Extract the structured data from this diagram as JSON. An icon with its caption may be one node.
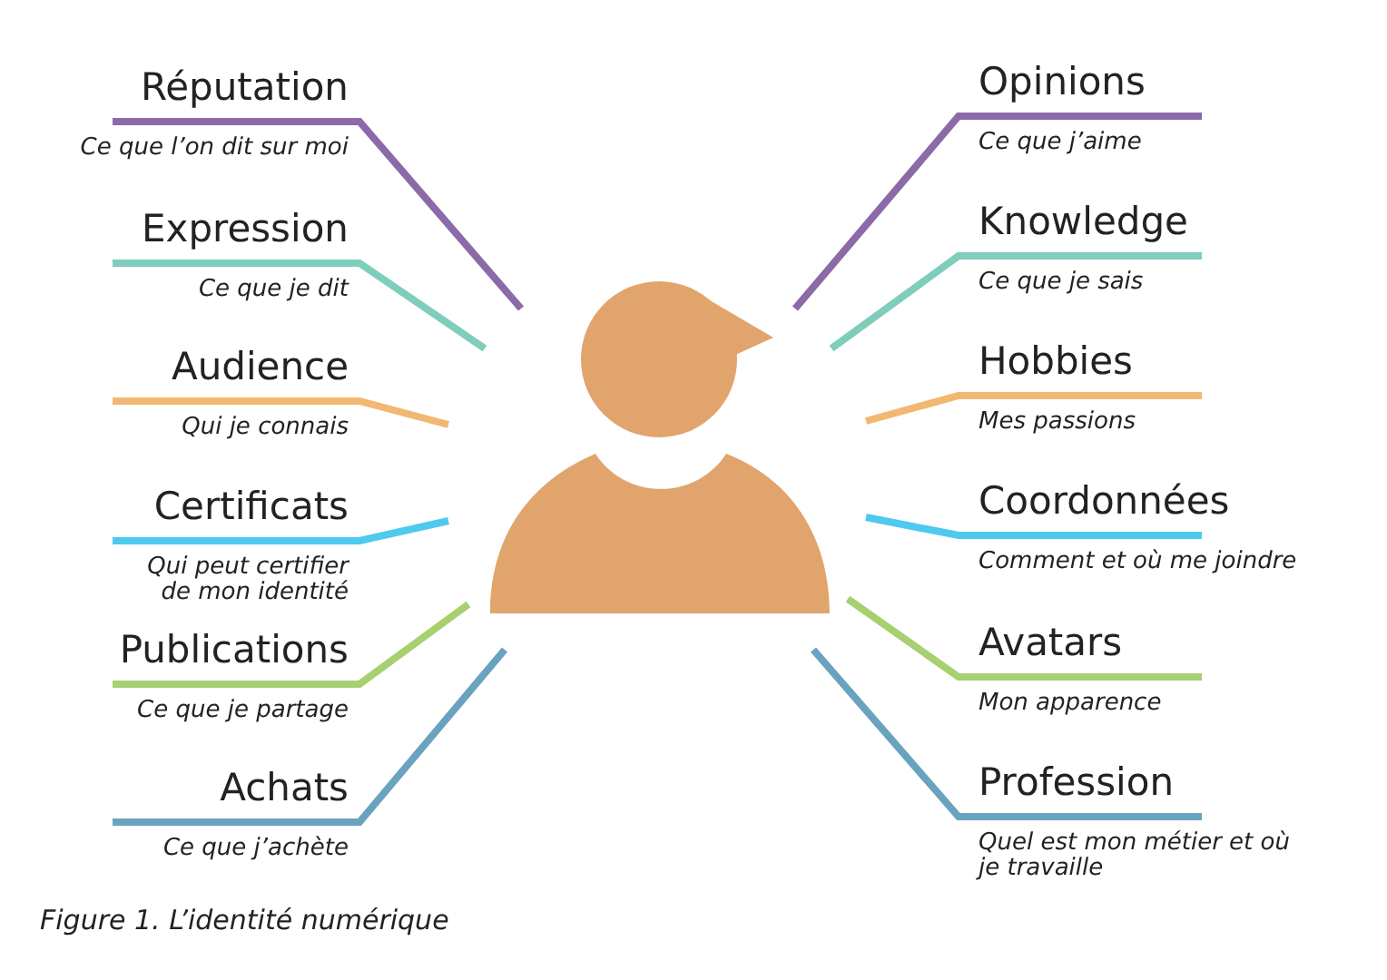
{
  "diagram": {
    "caption": "Figure 1. L’identité numérique",
    "nodes": [
      {
        "text": [
          "Réputation",
          "Ce que l’on dit sur moi"
        ]
      },
      {
        "text": [
          "Expression",
          "Ce que je dit"
        ]
      },
      {
        "text": [
          "Audience",
          "Qui je connais"
        ]
      },
      {
        "text": [
          "Certificats",
          "Qui peut certifier de mon identité"
        ]
      },
      {
        "text": [
          "Publications",
          "Ce que je partage"
        ]
      },
      {
        "text": [
          "Achats",
          "Ce que j’achète"
        ]
      },
      {
        "text": [
          "Opinions",
          "Ce que j’aime"
        ]
      },
      {
        "text": [
          "Knowledge",
          "Ce que je sais"
        ]
      },
      {
        "text": [
          "Hobbies",
          "Mes passions"
        ]
      },
      {
        "text": [
          "Coordonnées",
          "Comment et où me joindre"
        ]
      },
      {
        "text": [
          "Avatars",
          "Mon apparence"
        ]
      },
      {
        "text": [
          "Profession",
          "Quel est mon métier et où je travaille"
        ]
      },
      {
        "text": [],
        "shape": "person"
      }
    ],
    "edges": [
      {
        "from": 0,
        "to": 12,
        "arrow": "none",
        "color": "#8b6aa7"
      },
      {
        "from": 1,
        "to": 12,
        "arrow": "none",
        "color": "#7fcdbb"
      },
      {
        "from": 2,
        "to": 12,
        "arrow": "none",
        "color": "#f2b872"
      },
      {
        "from": 3,
        "to": 12,
        "arrow": "none",
        "color": "#4ec9ef"
      },
      {
        "from": 4,
        "to": 12,
        "arrow": "none",
        "color": "#a7d071"
      },
      {
        "from": 5,
        "to": 12,
        "arrow": "none",
        "color": "#6aa3bf"
      },
      {
        "from": 6,
        "to": 12,
        "arrow": "none",
        "color": "#8b6aa7"
      },
      {
        "from": 7,
        "to": 12,
        "arrow": "none",
        "color": "#7fcdbb"
      },
      {
        "from": 8,
        "to": 12,
        "arrow": "none",
        "color": "#f2b872"
      },
      {
        "from": 9,
        "to": 12,
        "arrow": "none",
        "color": "#4ec9ef"
      },
      {
        "from": 10,
        "to": 12,
        "arrow": "none",
        "color": "#a7d071"
      },
      {
        "from": 11,
        "to": 12,
        "arrow": "none",
        "color": "#6aa3bf"
      }
    ]
  }
}
